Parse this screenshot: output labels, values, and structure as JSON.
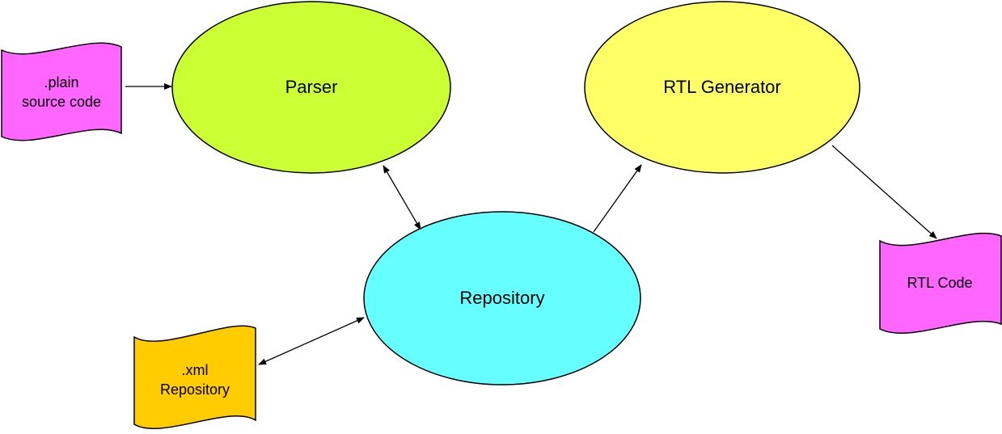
{
  "colors": {
    "parser": "#ccff33",
    "rtl_generator": "#ffff66",
    "repository": "#66ffff",
    "plain_source": "#ff66ff",
    "rtl_code": "#ff66ff",
    "xml_repository": "#ffcc00"
  },
  "nodes": {
    "parser": {
      "label": "Parser"
    },
    "rtl_generator": {
      "label": "RTL Generator"
    },
    "repository": {
      "label": "Repository"
    },
    "plain_source": {
      "line1": ".plain",
      "line2": "source code"
    },
    "xml_repository": {
      "line1": ".xml",
      "line2": "Repository"
    },
    "rtl_code": {
      "label": "RTL Code"
    }
  },
  "edges": [
    {
      "from": "plain_source",
      "to": "parser",
      "direction": "forward"
    },
    {
      "from": "parser",
      "to": "repository",
      "direction": "both"
    },
    {
      "from": "repository",
      "to": "rtl_generator",
      "direction": "forward"
    },
    {
      "from": "rtl_generator",
      "to": "rtl_code",
      "direction": "forward"
    },
    {
      "from": "xml_repository",
      "to": "repository",
      "direction": "both"
    }
  ]
}
